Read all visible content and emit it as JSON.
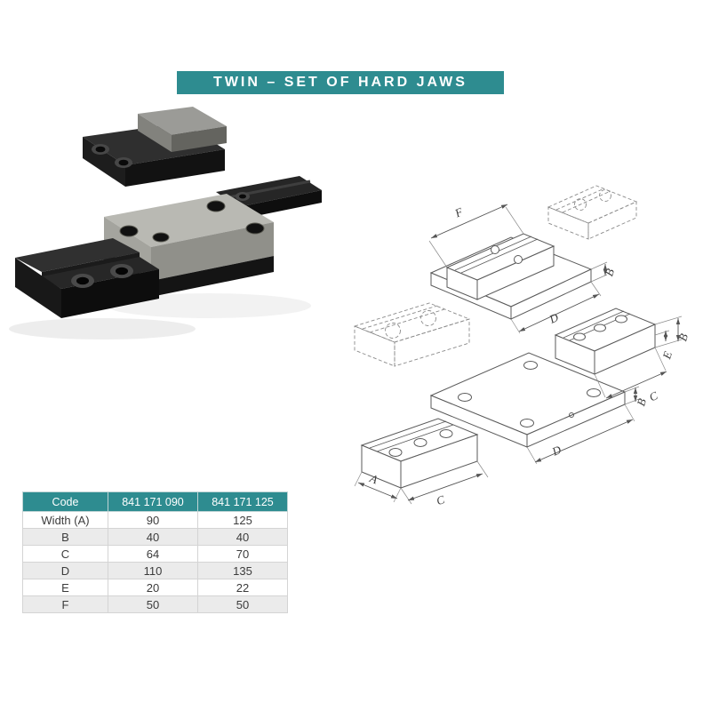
{
  "page": {
    "title": "TWIN – SET OF HARD JAWS",
    "accent_color": "#2e8c90"
  },
  "drawing": {
    "labels": {
      "a": "A",
      "b": "B",
      "c": "C",
      "d": "D",
      "e": "E",
      "f": "F"
    }
  },
  "table": {
    "headers": [
      "Code",
      "841 171 090",
      "841 171 125"
    ],
    "rows": [
      {
        "label": "Width (A)",
        "values": [
          "90",
          "125"
        ]
      },
      {
        "label": "B",
        "values": [
          "40",
          "40"
        ]
      },
      {
        "label": "C",
        "values": [
          "64",
          "70"
        ]
      },
      {
        "label": "D",
        "values": [
          "110",
          "135"
        ]
      },
      {
        "label": "E",
        "values": [
          "20",
          "22"
        ]
      },
      {
        "label": "F",
        "values": [
          "50",
          "50"
        ]
      }
    ]
  }
}
